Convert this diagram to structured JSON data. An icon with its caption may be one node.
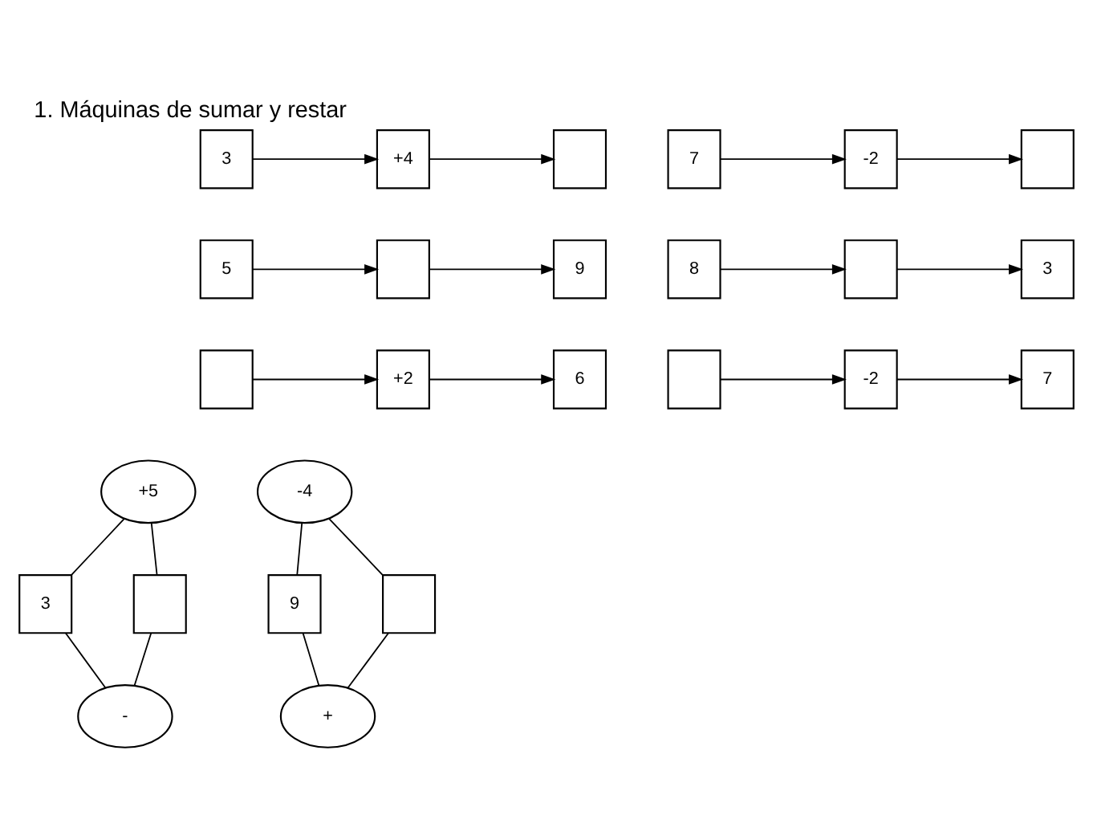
{
  "diagram": {
    "title": "1. Máquinas de sumar y restar",
    "nodes": [
      {
        "text": [
          "3"
        ]
      },
      {
        "text": [
          "+4"
        ]
      },
      {
        "text": [],
        "shape": "box"
      },
      {
        "text": [
          "7"
        ]
      },
      {
        "text": [
          "-2"
        ]
      },
      {
        "text": [],
        "shape": "box"
      },
      {
        "text": [
          "5"
        ]
      },
      {
        "text": [],
        "shape": "box"
      },
      {
        "text": [
          "9"
        ]
      },
      {
        "text": [
          "8"
        ]
      },
      {
        "text": [],
        "shape": "box"
      },
      {
        "text": [
          "3"
        ]
      },
      {
        "text": [],
        "shape": "box"
      },
      {
        "text": [
          "+2"
        ]
      },
      {
        "text": [
          "6"
        ]
      },
      {
        "text": [],
        "shape": "box"
      },
      {
        "text": [
          "-2"
        ]
      },
      {
        "text": [
          "7"
        ]
      },
      {
        "text": [
          "+5"
        ]
      },
      {
        "text": [
          "-4"
        ]
      },
      {
        "text": [
          "3"
        ]
      },
      {
        "text": [],
        "shape": "box"
      },
      {
        "text": [
          "9"
        ]
      },
      {
        "text": [],
        "shape": "box"
      },
      {
        "text": [
          "-"
        ]
      },
      {
        "text": [
          "+"
        ]
      }
    ],
    "edges": [
      {
        "from": 0,
        "to": 1,
        "arrow": "to"
      },
      {
        "from": 1,
        "to": 2,
        "arrow": "to"
      },
      {
        "from": 3,
        "to": 4,
        "arrow": "to"
      },
      {
        "from": 4,
        "to": 5,
        "arrow": "to"
      },
      {
        "from": 6,
        "to": 7,
        "arrow": "to"
      },
      {
        "from": 7,
        "to": 8,
        "arrow": "to"
      },
      {
        "from": 9,
        "to": 10,
        "arrow": "to"
      },
      {
        "from": 10,
        "to": 11,
        "arrow": "to"
      },
      {
        "from": 12,
        "to": 13,
        "arrow": "to"
      },
      {
        "from": 13,
        "to": 14,
        "arrow": "to"
      },
      {
        "from": 15,
        "to": 16,
        "arrow": "to"
      },
      {
        "from": 16,
        "to": 17,
        "arrow": "to"
      },
      {
        "from": 18,
        "to": 20,
        "arrow": "none"
      },
      {
        "from": 18,
        "to": 21,
        "arrow": "none"
      },
      {
        "from": 20,
        "to": 24,
        "arrow": "none"
      },
      {
        "from": 21,
        "to": 24,
        "arrow": "none"
      },
      {
        "from": 19,
        "to": 22,
        "arrow": "none"
      },
      {
        "from": 19,
        "to": 23,
        "arrow": "none"
      },
      {
        "from": 22,
        "to": 25,
        "arrow": "none"
      },
      {
        "from": 23,
        "to": 25,
        "arrow": "none"
      }
    ]
  }
}
